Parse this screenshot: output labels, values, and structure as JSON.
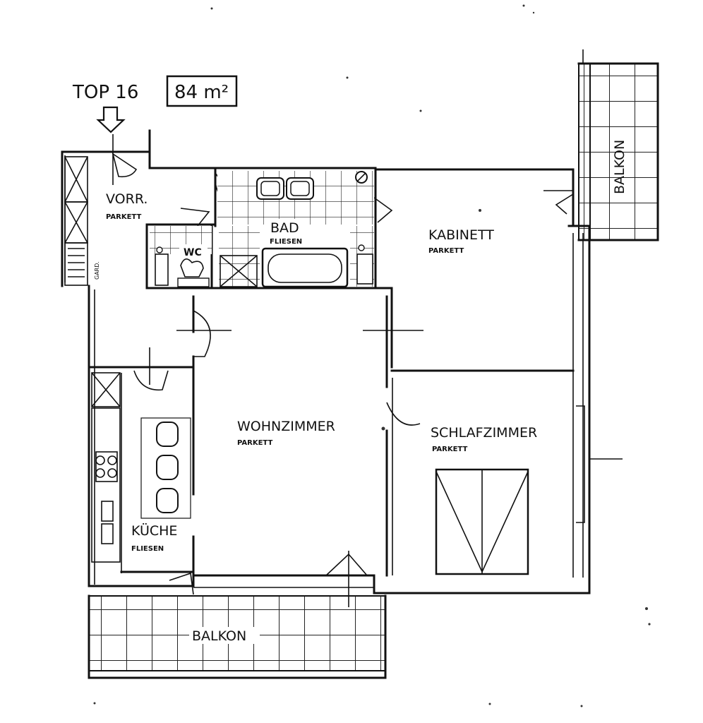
{
  "header": {
    "unit": "TOP 16",
    "area": "84 m²"
  },
  "rooms": {
    "vorraum": {
      "name": "VORR.",
      "floor": "PARKETT"
    },
    "bad": {
      "name": "BAD",
      "floor": "FLIESEN"
    },
    "wc": {
      "name": "WC"
    },
    "kabinett": {
      "name": "KABINETT",
      "floor": "PARKETT"
    },
    "wohnzimmer": {
      "name": "WOHNZIMMER",
      "floor": "PARKETT"
    },
    "schlafzimmer": {
      "name": "SCHLAFZIMMER",
      "floor": "PARKETT"
    },
    "kueche": {
      "name": "KÜCHE",
      "floor": "FLIESEN"
    },
    "balkon_south": {
      "name": "BALKON"
    },
    "balkon_east": {
      "name": "BALKON"
    }
  },
  "fixtures": {
    "wardrobe_tag": "GARD."
  }
}
